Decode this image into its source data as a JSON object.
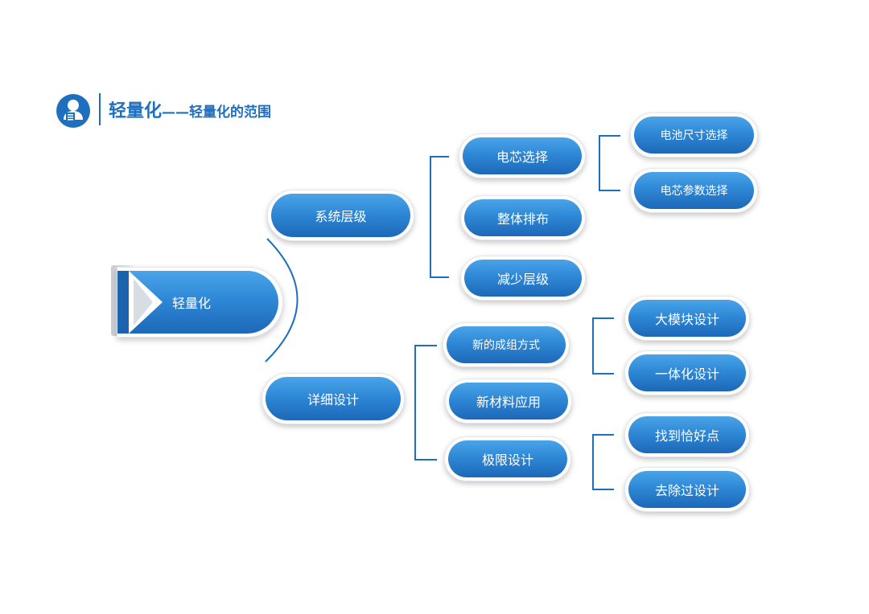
{
  "header": {
    "title_main": "轻量化",
    "title_sub": "——轻量化的范围"
  },
  "root": {
    "label": "轻量化"
  },
  "level1": {
    "system": "系统层级",
    "detail": "详细设计"
  },
  "system_children": {
    "cell": "电芯选择",
    "layout": "整体排布",
    "reduce": "减少层级"
  },
  "cell_children": {
    "battery_size": "电池尺寸选择",
    "cell_params": "电芯参数选择"
  },
  "detail_children": {
    "grouping": "新的成组方式",
    "material": "新材料应用",
    "limit": "极限设计"
  },
  "grouping_children": {
    "big_module": "大模块设计",
    "integrated": "一体化设计"
  },
  "limit_children": {
    "sweet_spot": "找到恰好点",
    "remove_over": "去除过设计"
  },
  "colors": {
    "primary": "#1f6fbf",
    "pill_top": "#4aa4e8",
    "pill_bottom": "#1c68b8",
    "connector": "#1f6fbf"
  }
}
